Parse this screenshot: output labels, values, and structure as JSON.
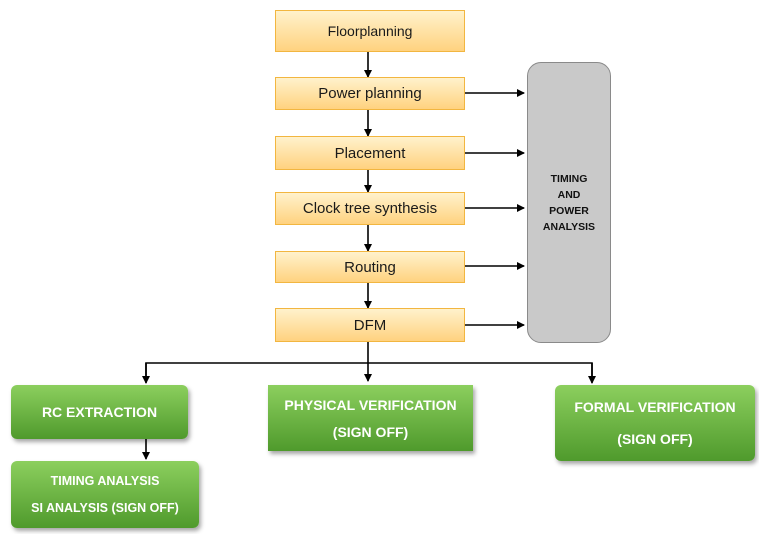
{
  "flow": {
    "floorplanning": "Floorplanning",
    "power_planning": "Power planning",
    "placement": "Placement",
    "cts": "Clock tree synthesis",
    "routing": "Routing",
    "dfm": "DFM"
  },
  "analysis": {
    "line1": "TIMING",
    "line2": "AND",
    "line3": "POWER",
    "line4": "ANALYSIS"
  },
  "signoff": {
    "rc_extraction": "RC EXTRACTION",
    "physical_line1": "PHYSICAL VERIFICATION",
    "physical_line2": "(SIGN OFF)",
    "formal_line1": "FORMAL VERIFICATION",
    "formal_line2": "(SIGN OFF)",
    "timing_line1": "TIMING ANALYSIS",
    "timing_line2": "SI ANALYSIS (SIGN OFF)"
  },
  "colors": {
    "flow_fill": "#ffd27f",
    "flow_border": "#f2b640",
    "signoff_fill": "#6db33f",
    "analysis_fill": "#c9c9c9"
  }
}
